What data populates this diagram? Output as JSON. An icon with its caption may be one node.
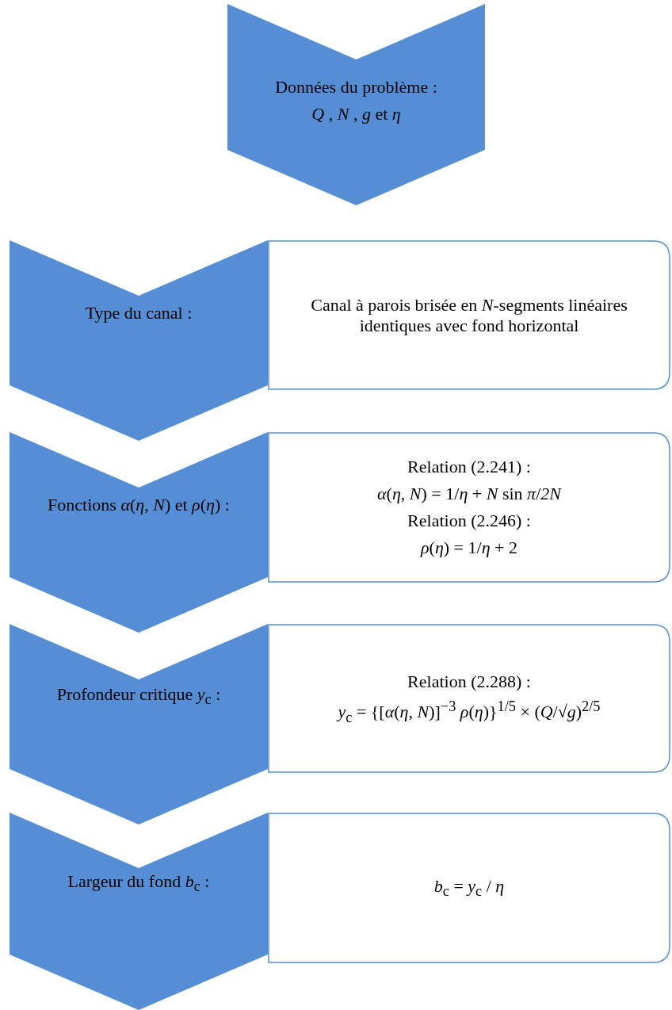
{
  "diagram": {
    "nodes": [
      {
        "text": [
          "Données du problème :",
          "*Q* , *N* , *g* et *η*"
        ]
      },
      {
        "text": [
          "Type du canal :"
        ]
      },
      {
        "text": [
          "Canal à parois brisée en *N*-segments linéaires identiques avec fond horizontal"
        ]
      },
      {
        "text": [
          "Fonctions *α*(*η*, *N*) et *ρ*(*η*) :"
        ]
      },
      {
        "text": [
          "Relation (2.241) :",
          "*α*(*η*, *N*) = 1/*η* + *N* sin *π*/*2N*",
          "Relation (2.246) :",
          "*ρ*(*η*) = 1/*η* + 2"
        ]
      },
      {
        "text": [
          "Profondeur critique *y*$_{c}$ :"
        ]
      },
      {
        "text": [
          "Relation (2.288) :",
          "*y*$_{c}$ = {[*α*(*η*, *N*)]$^{−3}$ *ρ*(*η*)}$^{1/5}$ × (*Q*/√*g*)$^{2/5}$"
        ]
      },
      {
        "text": [
          "Largeur du fond *b*$_{c}$ :"
        ]
      },
      {
        "text": [
          "*b*$_{c}$ = *y*$_{c}$ / *η*"
        ]
      }
    ],
    "edges": []
  }
}
